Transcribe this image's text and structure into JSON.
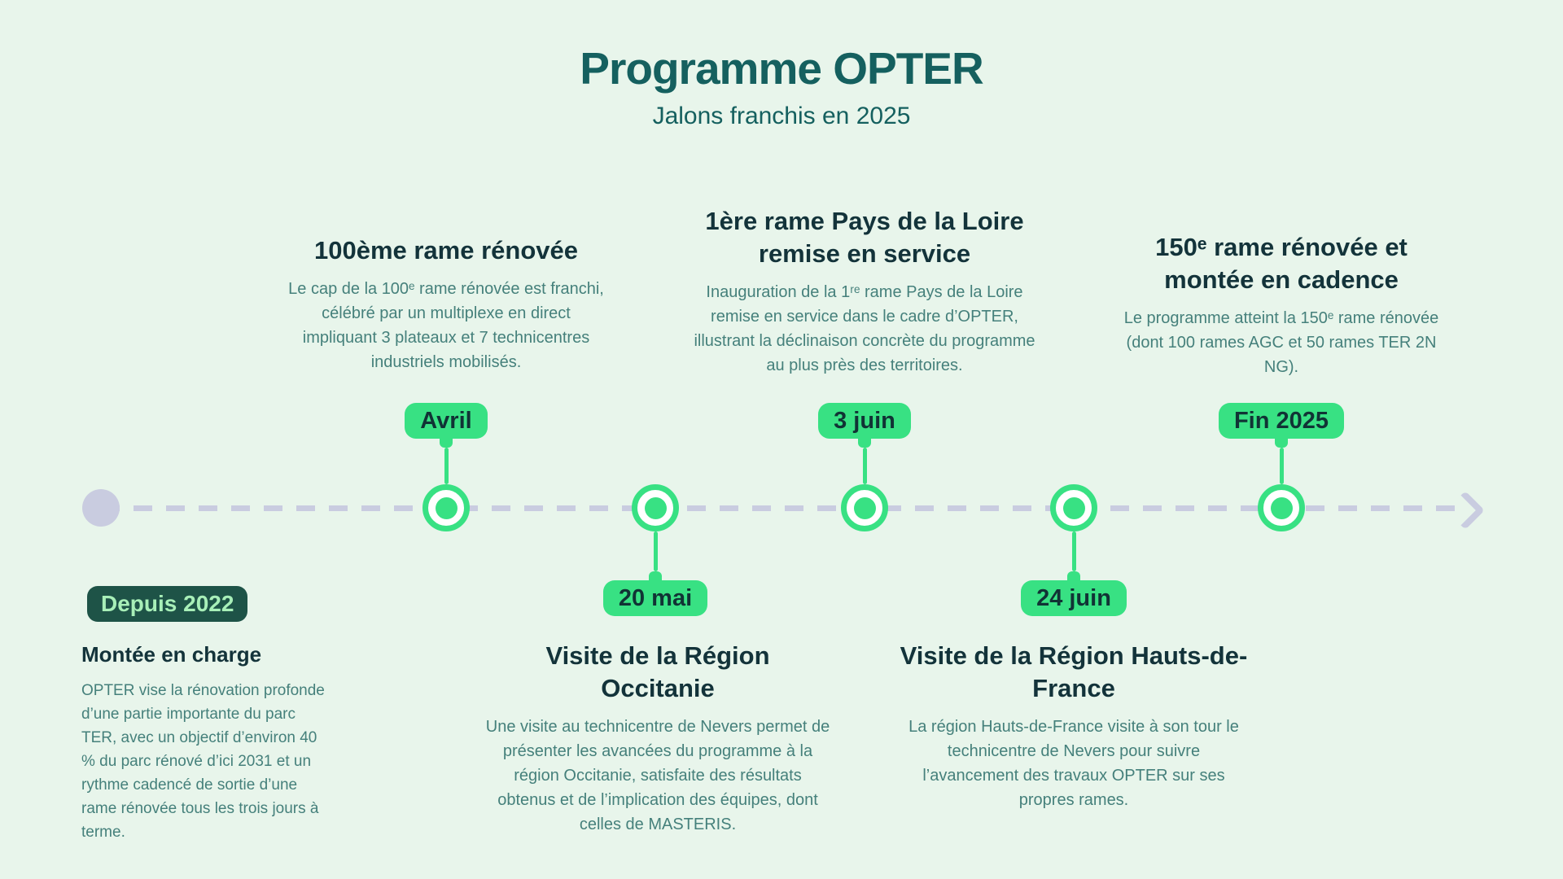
{
  "header": {
    "title": "Programme OPTER",
    "subtitle": "Jalons franchis en 2025"
  },
  "colors": {
    "background": "#e8f5eb",
    "accent_green": "#38e183",
    "title_teal": "#15605f",
    "heading_dark": "#13333a",
    "body_text": "#45807b",
    "timeline_lavender": "#c9cce0",
    "origin_badge_background": "#1e5347",
    "origin_badge_text": "#a8efb8"
  },
  "timeline": {
    "origin": {
      "badge": "Depuis 2022",
      "title": "Montée en charge",
      "description": "OPTER vise la rénovation profonde d’une partie importante du parc TER, avec un objectif d’environ 40 % du parc rénové d’ici 2031 et un rythme cadencé de sortie d’une rame rénovée tous les trois jours à terme."
    },
    "milestones": [
      {
        "date": "Avril",
        "side": "top",
        "title": "100ème rame rénovée",
        "description": "Le cap de la 100ᵉ rame rénovée est franchi, célébré par un multiplexe en direct impliquant 3 plateaux et 7 technicentres industriels mobilisés."
      },
      {
        "date": "20 mai",
        "side": "bottom",
        "title": "Visite de la Région Occitanie",
        "description": "Une visite au technicentre de Nevers permet de présenter les avancées du programme à la région Occitanie, satisfaite des résultats obtenus et de l’implication des équipes, dont celles de MASTERIS."
      },
      {
        "date": "3 juin",
        "side": "top",
        "title": "1ère rame Pays de la Loire remise en service",
        "description": "Inauguration de la 1ʳᵉ rame Pays de la Loire remise en service dans le cadre d’OPTER, illustrant la déclinaison concrète du programme au plus près des territoires."
      },
      {
        "date": "24 juin",
        "side": "bottom",
        "title": "Visite de la Région Hauts-de-France",
        "description": "La région Hauts-de-France visite à son tour le technicentre de Nevers pour suivre l’avancement des travaux OPTER sur ses propres rames."
      },
      {
        "date": "Fin 2025",
        "side": "top",
        "title": "150ᵉ rame rénovée et montée en cadence",
        "description": "Le programme atteint la 150ᵉ rame rénovée (dont 100 rames AGC et 50 rames TER 2N NG)."
      }
    ]
  }
}
